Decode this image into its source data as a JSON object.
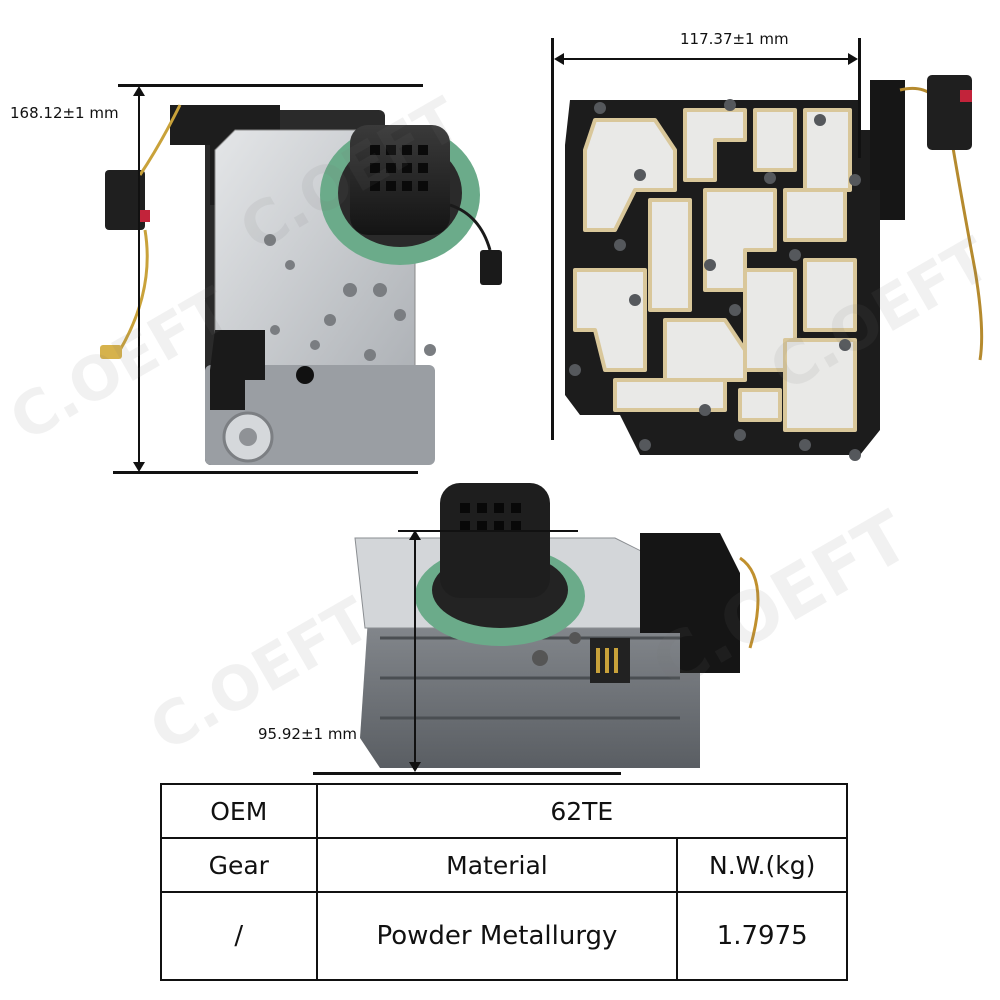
{
  "dimensions": {
    "height": "168.12±1 mm",
    "width": "117.37±1 mm",
    "depth": "95.92±1 mm"
  },
  "watermark": {
    "brand": "C.OEFT"
  },
  "table": {
    "row1": {
      "label": "OEM",
      "value": "62TE"
    },
    "row2": {
      "col1": "Gear",
      "col2": "Material",
      "col3": "N.W.(kg)"
    },
    "row3": {
      "col1": "/",
      "col2": "Powder Metallurgy",
      "col3": "1.7975"
    }
  },
  "colors": {
    "seal_green": "#6bab8a",
    "plate_black": "#1c1c1c",
    "metal": "#c9cdd1",
    "gasket": "#d9c79a"
  }
}
